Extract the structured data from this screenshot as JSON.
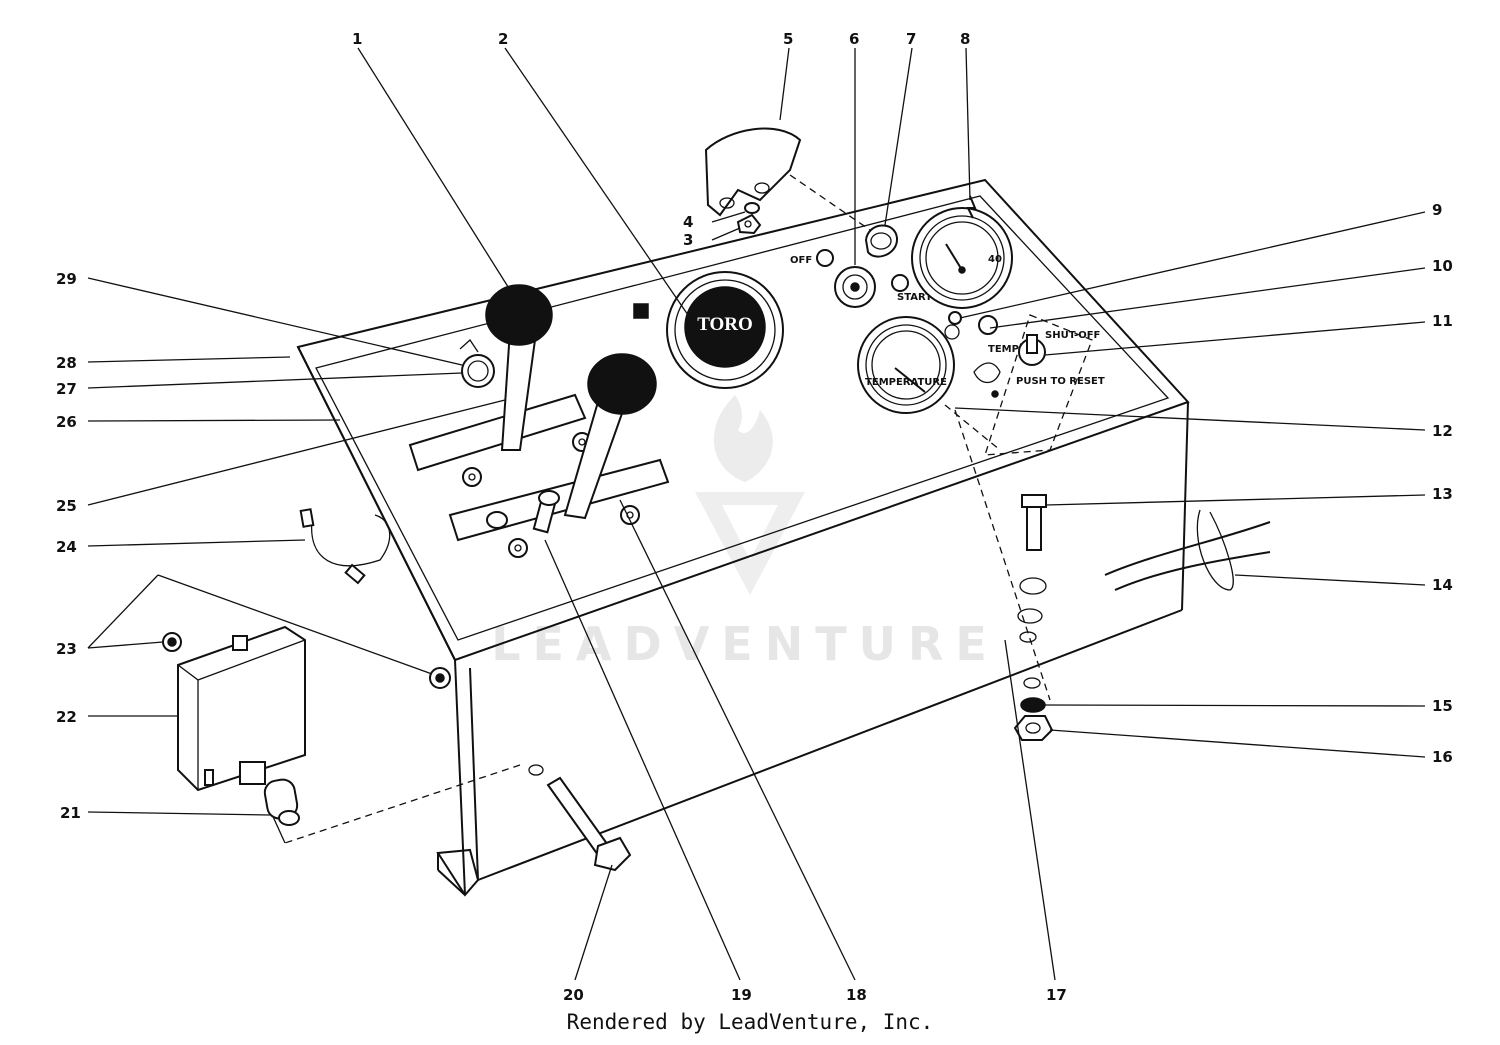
{
  "diagram": {
    "panel_labels": {
      "off": "OFF",
      "start": "START",
      "temp": "TEMP",
      "shut_off": "SHUT-OFF",
      "push_to_reset": "PUSH TO RESET",
      "brand": "TORO",
      "ammeter_max": "40",
      "gauge_word": "TEMPERATURE"
    },
    "callouts": [
      {
        "id": "1",
        "label": "1"
      },
      {
        "id": "2",
        "label": "2"
      },
      {
        "id": "3",
        "label": "3"
      },
      {
        "id": "4",
        "label": "4"
      },
      {
        "id": "5",
        "label": "5"
      },
      {
        "id": "6",
        "label": "6"
      },
      {
        "id": "7",
        "label": "7"
      },
      {
        "id": "8",
        "label": "8"
      },
      {
        "id": "9",
        "label": "9"
      },
      {
        "id": "10",
        "label": "10"
      },
      {
        "id": "11",
        "label": "11"
      },
      {
        "id": "12",
        "label": "12"
      },
      {
        "id": "13",
        "label": "13"
      },
      {
        "id": "14",
        "label": "14"
      },
      {
        "id": "15",
        "label": "15"
      },
      {
        "id": "16",
        "label": "16"
      },
      {
        "id": "17",
        "label": "17"
      },
      {
        "id": "18",
        "label": "18"
      },
      {
        "id": "19",
        "label": "19"
      },
      {
        "id": "20",
        "label": "20"
      },
      {
        "id": "21",
        "label": "21"
      },
      {
        "id": "22",
        "label": "22"
      },
      {
        "id": "23",
        "label": "23"
      },
      {
        "id": "24",
        "label": "24"
      },
      {
        "id": "25",
        "label": "25"
      },
      {
        "id": "26",
        "label": "26"
      },
      {
        "id": "27",
        "label": "27"
      },
      {
        "id": "28",
        "label": "28"
      },
      {
        "id": "29",
        "label": "29"
      }
    ]
  },
  "watermark": "LEADVENTURE",
  "footer": "Rendered by LeadVenture, Inc."
}
